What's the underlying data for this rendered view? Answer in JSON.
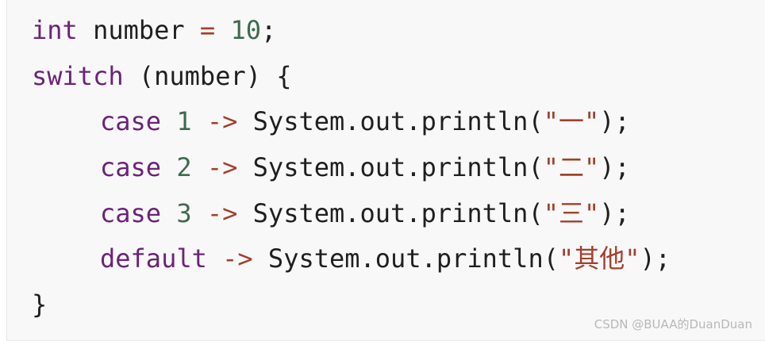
{
  "code": {
    "lines": [
      {
        "kw": "int",
        "rest": " number ",
        "op": "=",
        "num": " 10",
        "end": ";"
      },
      {
        "kw": "switch",
        "rest": " (number) {"
      },
      {
        "kw": "case",
        "num": " 1",
        "op": " ->",
        "call": " System.out.println(",
        "str": "\"一\"",
        "end": ");"
      },
      {
        "kw": "case",
        "num": " 2",
        "op": " ->",
        "call": " System.out.println(",
        "str": "\"二\"",
        "end": ");"
      },
      {
        "kw": "case",
        "num": " 3",
        "op": " ->",
        "call": " System.out.println(",
        "str": "\"三\"",
        "end": ");"
      },
      {
        "kw": "default",
        "op": " ->",
        "call": " System.out.println(",
        "str": "\"其他\"",
        "end": ");"
      },
      {
        "rest": "}"
      }
    ]
  },
  "watermark": "CSDN @BUAA的DuanDuan",
  "colors": {
    "keyword": "#6b2378",
    "number": "#3d6b4f",
    "operator": "#a2402b",
    "string": "#a2402b",
    "plain": "#1f1f1f",
    "background": "#f8f8f8"
  }
}
